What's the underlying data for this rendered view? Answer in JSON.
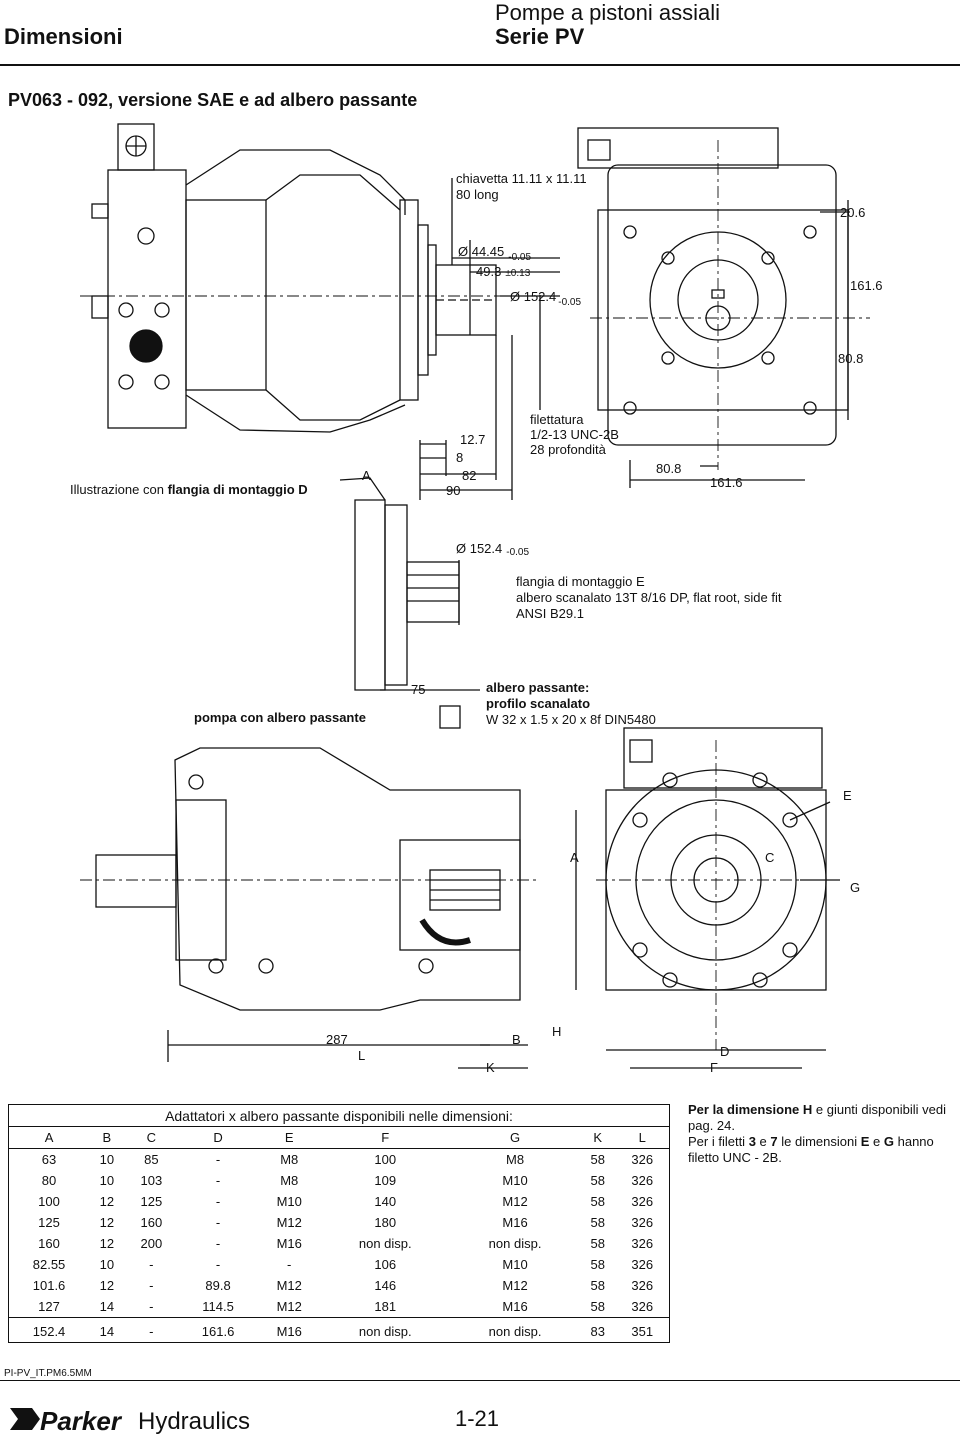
{
  "header": {
    "left": "Dimensioni",
    "right_line1": "Pompe a pistoni assiali",
    "right_line2": "Serie PV"
  },
  "subtitle": "PV063 - 092,  versione SAE e ad albero passante",
  "drawing": {
    "key_label_1": "chiavetta 11.11 x 11.11",
    "key_label_2": "80 long",
    "dia_44": "Ø 44.45",
    "dia_44_tol": "-0.05",
    "dim_49": "49.3",
    "dim_49_tol": "±0.13",
    "dia_152_top": "Ø 152.4",
    "dia_152_top_tol": "-0.05",
    "dim_20_6": "20.6",
    "dim_161_6_right": "161.6",
    "dim_80_8_right": "80.8",
    "dim_12_7": "12.7",
    "dim_8": "8",
    "dim_82": "82",
    "dim_90": "90",
    "thread_1": "filettatura",
    "thread_2": "1/2-13 UNC-2B",
    "thread_3": "28 profondità",
    "dim_80_8_bottom": "80.8",
    "dim_161_6_bottom": "161.6",
    "illus_caption_normal": "Illustrazione con ",
    "illus_caption_bold": "flangia di montaggio D",
    "dia_152_mid": "Ø 152.4",
    "dia_152_mid_tol": "-0.05",
    "flange_e_1": "flangia di montaggio E",
    "flange_e_2": "albero scanalato 13T 8/16 DP, flat root, side fit",
    "flange_e_3": "ANSI B29.1",
    "dim_75": "75",
    "through_1": "albero passante:",
    "through_2": "profilo scanalato",
    "through_3": "W 32 x 1.5 x 20 x 8f DIN5480",
    "pump_through": "pompa con albero passante",
    "letter_E": "E",
    "letter_A": "A",
    "letter_C": "C",
    "letter_G": "G",
    "dim_287": "287",
    "letter_L": "L",
    "letter_B": "B",
    "letter_K": "K",
    "letter_H": "H",
    "letter_D": "D",
    "letter_F": "F",
    "letter_Acap": "A"
  },
  "table": {
    "title": "Adattatori x albero passante disponibili nelle dimensioni:",
    "headers": [
      "A",
      "B",
      "C",
      "D",
      "E",
      "F",
      "G",
      "K",
      "L"
    ],
    "rows": [
      [
        "63",
        "10",
        "85",
        "-",
        "M8",
        "100",
        "M8",
        "58",
        "326"
      ],
      [
        "80",
        "10",
        "103",
        "-",
        "M8",
        "109",
        "M10",
        "58",
        "326"
      ],
      [
        "100",
        "12",
        "125",
        "-",
        "M10",
        "140",
        "M12",
        "58",
        "326"
      ],
      [
        "125",
        "12",
        "160",
        "-",
        "M12",
        "180",
        "M16",
        "58",
        "326"
      ],
      [
        "160",
        "12",
        "200",
        "-",
        "M16",
        "non disp.",
        "non disp.",
        "58",
        "326"
      ],
      [
        "82.55",
        "10",
        "-",
        "-",
        "-",
        "106",
        "M10",
        "58",
        "326"
      ],
      [
        "101.6",
        "12",
        "-",
        "89.8",
        "M12",
        "146",
        "M12",
        "58",
        "326"
      ],
      [
        "127",
        "14",
        "-",
        "114.5",
        "M12",
        "181",
        "M16",
        "58",
        "326"
      ],
      [
        "152.4",
        "14",
        "-",
        "161.6",
        "M16",
        "non disp.",
        "non disp.",
        "83",
        "351"
      ]
    ]
  },
  "note": {
    "p1_bold": "Per la dimensione H",
    "p1_rest": " e giunti disponibili vedi pag. 24.",
    "p2_a": "Per i filetti ",
    "p2_b": "3",
    "p2_c": " e ",
    "p2_d": "7",
    "p2_e": " le dimensioni ",
    "p2_f": "E",
    "p2_g": " e ",
    "p2_h": "G",
    "p2_i": " hanno filetto UNC - 2B."
  },
  "footer": {
    "code": "PI-PV_IT.PM6.5MM",
    "brand": "Parker",
    "division": "Hydraulics",
    "page": "1-21"
  }
}
